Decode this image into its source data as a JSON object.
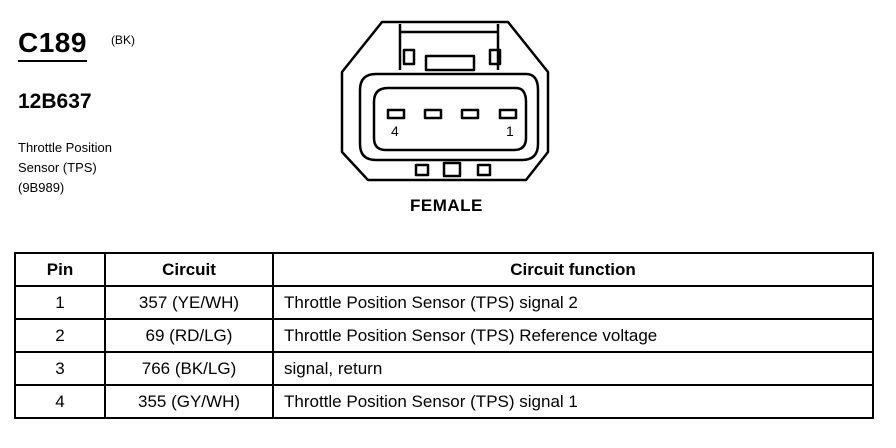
{
  "connector": {
    "id": "C189",
    "color_code": "(BK)",
    "part_number": "12B637",
    "description_lines": [
      "Throttle Position",
      "Sensor (TPS)",
      "(9B989)"
    ]
  },
  "diagram": {
    "pin_label_left": "4",
    "pin_label_right": "1",
    "view_label": "FEMALE"
  },
  "table": {
    "headers": {
      "pin": "Pin",
      "circuit": "Circuit",
      "function": "Circuit function"
    },
    "rows": [
      {
        "pin": "1",
        "circuit": "357 (YE/WH)",
        "function": "Throttle Position Sensor (TPS)  signal 2"
      },
      {
        "pin": "2",
        "circuit": "69 (RD/LG)",
        "function": "Throttle Position Sensor (TPS)  Reference voltage"
      },
      {
        "pin": "3",
        "circuit": "766 (BK/LG)",
        "function": "signal, return"
      },
      {
        "pin": "4",
        "circuit": "355 (GY/WH)",
        "function": "Throttle Position Sensor (TPS)  signal 1"
      }
    ]
  }
}
